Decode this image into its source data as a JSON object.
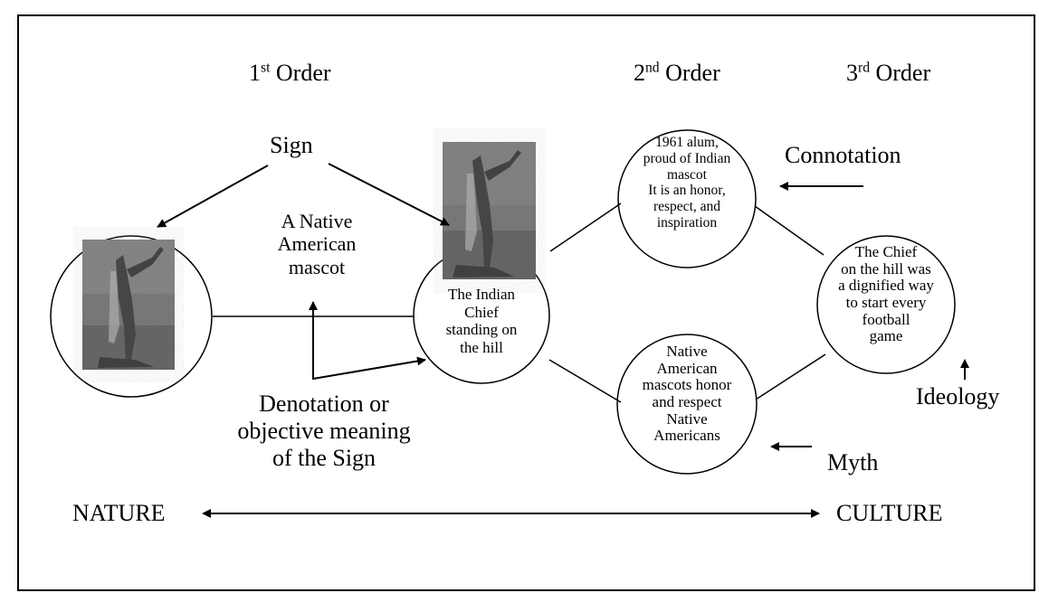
{
  "headers": {
    "first": {
      "num": "1",
      "sup": "st",
      "word": " Order"
    },
    "second": {
      "num": "2",
      "sup": "nd",
      "word": " Order"
    },
    "third": {
      "num": "3",
      "sup": "rd",
      "word": " Order"
    }
  },
  "labels": {
    "sign": "Sign",
    "native_american_mascot": [
      "A Native",
      "American",
      "mascot"
    ],
    "connotation": "Connotation",
    "denotation": [
      "Denotation or",
      "objective meaning",
      "of the Sign"
    ],
    "myth": "Myth",
    "ideology": "Ideology",
    "nature": "NATURE",
    "culture": "CULTURE"
  },
  "nodes": {
    "indian_chief": [
      "The Indian",
      "Chief",
      "standing on",
      "the hill"
    ],
    "alum": [
      "1961 alum,",
      "proud of Indian",
      "mascot",
      "It is an honor,",
      "respect, and",
      "inspiration"
    ],
    "myth_text": [
      "Native",
      "American",
      "mascots honor",
      "and respect",
      "Native",
      "Americans"
    ],
    "ideology_text": [
      "The Chief",
      "on the hill was",
      "a dignified way",
      "to start every",
      "football",
      "game"
    ]
  },
  "colors": {
    "photo_bg": "#7a7a7a",
    "line": "#000000"
  }
}
